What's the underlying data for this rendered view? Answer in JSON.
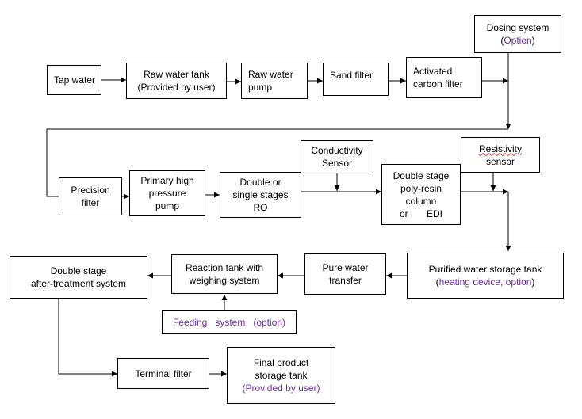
{
  "colors": {
    "line": "#000000",
    "option_text": "#7030a0",
    "spellcheck": "#e03030"
  },
  "nodes": {
    "tap_water": {
      "lines": [
        "Tap water"
      ]
    },
    "raw_water_tank": {
      "lines": [
        "Raw water tank",
        "(Provided by user)"
      ]
    },
    "raw_water_pump": {
      "lines": [
        "Raw water",
        "pump"
      ]
    },
    "sand_filter": {
      "lines": [
        "Sand filter"
      ]
    },
    "activated_carbon_filter": {
      "lines": [
        "Activated",
        "carbon filter"
      ]
    },
    "dosing_system": {
      "line1": "Dosing system",
      "line2_open": "(",
      "line2_option": "Option",
      "line2_close": ")"
    },
    "precision_filter": {
      "lines": [
        "Precision",
        "filter"
      ]
    },
    "primary_high_pressure_pump": {
      "lines": [
        "Primary high",
        "pressure",
        "pump"
      ]
    },
    "ro": {
      "lines": [
        "Double or",
        "single stages",
        "RO"
      ]
    },
    "conductivity_sensor": {
      "lines": [
        "Conductivity",
        "Sensor"
      ]
    },
    "poly_resin_column": {
      "lines": [
        "Double stage",
        "poly-resin",
        "column",
        "or       EDI"
      ]
    },
    "resistivity_sensor": {
      "line1": "Resistivity",
      "line2": "sensor"
    },
    "purified_water_storage_tank": {
      "line1": "Purified water storage tank",
      "line2_open": "(",
      "line2_option": "heating device, option",
      "line2_close": ")"
    },
    "pure_water_transfer": {
      "lines": [
        "Pure water",
        "transfer"
      ]
    },
    "reaction_tank": {
      "lines": [
        "Reaction tank with",
        "weighing system"
      ]
    },
    "feeding_system": {
      "text": "Feeding   system   (option)"
    },
    "after_treatment_system": {
      "lines": [
        "Double stage",
        "after-treatment system"
      ]
    },
    "terminal_filter": {
      "lines": [
        "Terminal filter"
      ]
    },
    "final_product_storage_tank": {
      "line1": "Final product",
      "line2": "storage tank",
      "line3": "(Provided by user)"
    }
  }
}
